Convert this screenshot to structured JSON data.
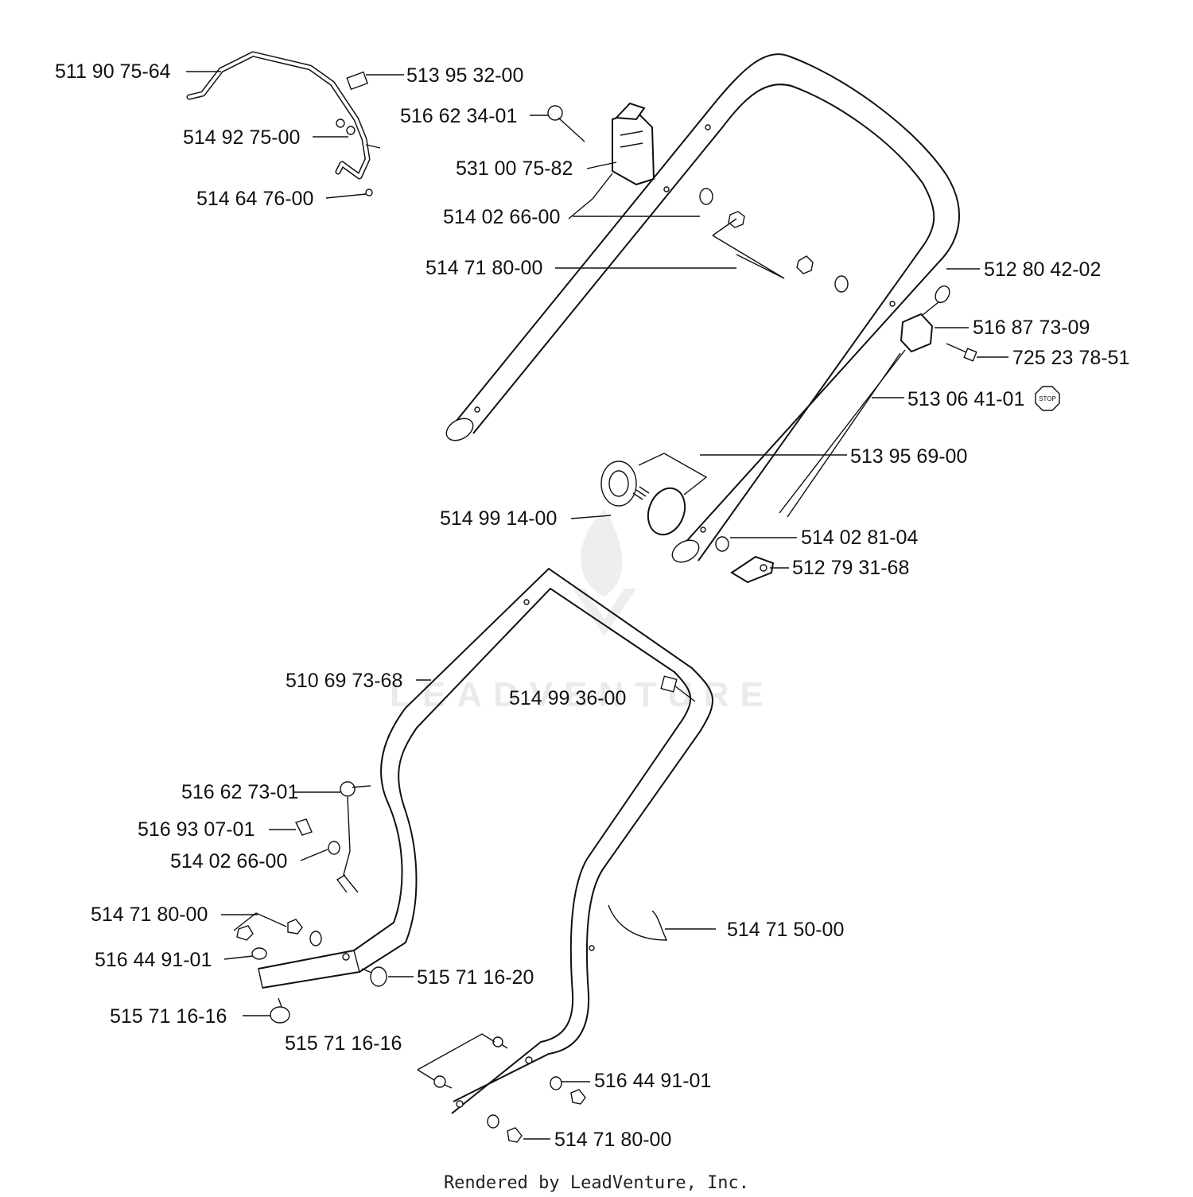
{
  "diagram": {
    "labels": {
      "p511907564": "511 90 75-64",
      "p513953200": "513 95 32-00",
      "p516623401": "516 62 34-01",
      "p514927500": "514 92 75-00",
      "p531007582": "531 00 75-82",
      "p514647600": "514 64 76-00",
      "p514026600a": "514 02 66-00",
      "p514718000a": "514 71 80-00",
      "p512804202": "512 80 42-02",
      "p516877309": "516 87 73-09",
      "p725237851": "725 23 78-51",
      "p513064101": "513 06 41-01",
      "p513956900": "513 95 69-00",
      "p514991400": "514 99 14-00",
      "p514028104": "514 02 81-04",
      "p512793168": "512 79 31-68",
      "p510697368": "510 69 73-68",
      "p514993600": "514 99 36-00",
      "p516627301": "516 62 73-01",
      "p516930701": "516 93 07-01",
      "p514026600b": "514 02 66-00",
      "p514718000b": "514 71 80-00",
      "p516449101a": "516 44 91-01",
      "p514715000": "514 71 50-00",
      "p515711620": "515 71 16-20",
      "p515711616a": "515 71 16-16",
      "p515711616b": "515 71 16-16",
      "p516449101b": "516 44 91-01",
      "p514718000c": "514 71 80-00"
    },
    "stop_badge": "STOP",
    "watermark": "LEADVENTURE"
  },
  "footer": "Rendered by LeadVenture, Inc."
}
